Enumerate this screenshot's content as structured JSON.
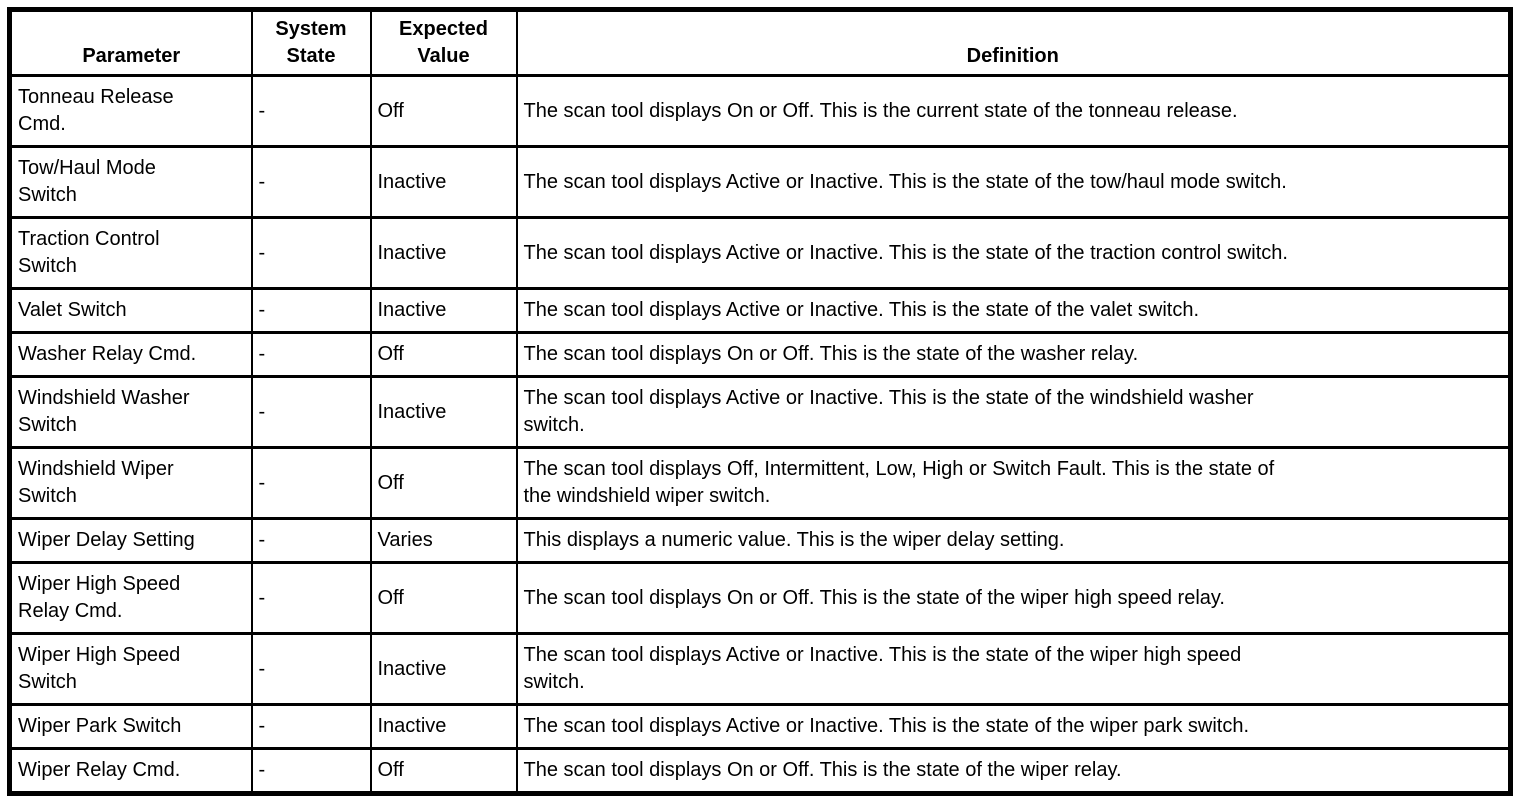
{
  "table": {
    "columns": [
      "Parameter",
      "System\nState",
      "Expected\nValue",
      "Definition"
    ],
    "rows": [
      {
        "parameter": "Tonneau Release\nCmd.",
        "system_state": "-",
        "expected_value": "Off",
        "definition": "The scan tool displays On or Off. This is the current state of the tonneau release."
      },
      {
        "parameter": "Tow/Haul Mode\nSwitch",
        "system_state": "-",
        "expected_value": "Inactive",
        "definition": "The scan tool displays Active or Inactive. This is the state of the tow/haul mode switch."
      },
      {
        "parameter": "Traction Control\nSwitch",
        "system_state": "-",
        "expected_value": "Inactive",
        "definition": "The scan tool displays Active or Inactive. This is the state of the traction control switch."
      },
      {
        "parameter": "Valet Switch",
        "system_state": "-",
        "expected_value": "Inactive",
        "definition": "The scan tool displays Active or Inactive. This is the state of the valet switch."
      },
      {
        "parameter": "Washer Relay Cmd.",
        "system_state": "-",
        "expected_value": "Off",
        "definition": "The scan tool displays On or Off. This is the state of the washer relay."
      },
      {
        "parameter": "Windshield Washer\nSwitch",
        "system_state": "-",
        "expected_value": "Inactive",
        "definition": "The scan tool displays Active or Inactive. This is the state of the windshield washer\nswitch."
      },
      {
        "parameter": "Windshield Wiper\nSwitch",
        "system_state": "-",
        "expected_value": "Off",
        "definition": "The scan tool displays Off, Intermittent, Low, High or Switch Fault. This is the state of\nthe windshield wiper switch."
      },
      {
        "parameter": "Wiper Delay Setting",
        "system_state": "-",
        "expected_value": "Varies",
        "definition": "This displays a numeric value. This is the wiper delay setting."
      },
      {
        "parameter": "Wiper High Speed\nRelay Cmd.",
        "system_state": "-",
        "expected_value": "Off",
        "definition": "The scan tool displays On or Off. This is the state of the wiper high speed relay."
      },
      {
        "parameter": "Wiper High Speed\nSwitch",
        "system_state": "-",
        "expected_value": "Inactive",
        "definition": "The scan tool displays Active or Inactive. This is the state of the wiper high speed\nswitch."
      },
      {
        "parameter": "Wiper Park Switch",
        "system_state": "-",
        "expected_value": "Inactive",
        "definition": "The scan tool displays Active or Inactive. This is the state of the wiper park switch."
      },
      {
        "parameter": "Wiper Relay Cmd.",
        "system_state": "-",
        "expected_value": "Off",
        "definition": "The scan tool displays On or Off. This is the state of the wiper relay."
      }
    ]
  }
}
